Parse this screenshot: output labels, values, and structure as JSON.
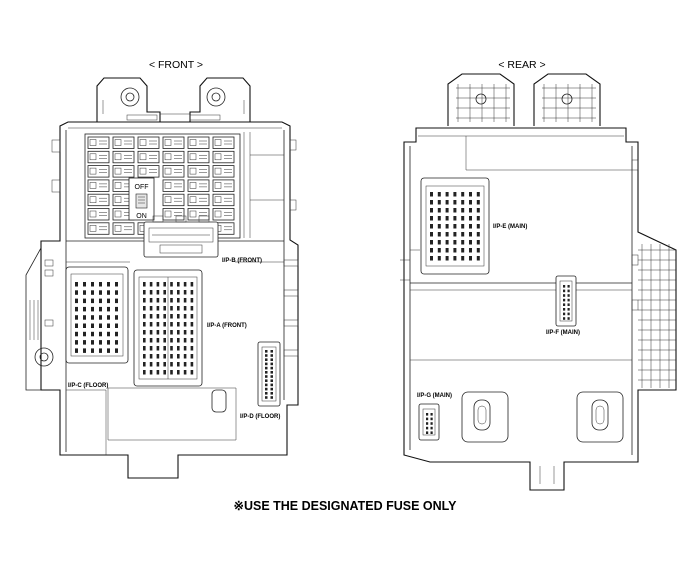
{
  "titles": {
    "front": "< FRONT >",
    "rear": "< REAR >"
  },
  "connectors": {
    "ipb": "I/P-B (FRONT)",
    "ipa": "I/P-A (FRONT)",
    "ipc": "I/P-C (FLOOR)",
    "ipd": "I/P-D (FLOOR)",
    "ipe": "I/P-E (MAIN)",
    "ipf": "I/P-F (MAIN)",
    "ipg": "I/P-G (MAIN)"
  },
  "switch": {
    "off": "OFF",
    "on": "ON"
  },
  "note": "※USE THE DESIGNATED FUSE ONLY"
}
